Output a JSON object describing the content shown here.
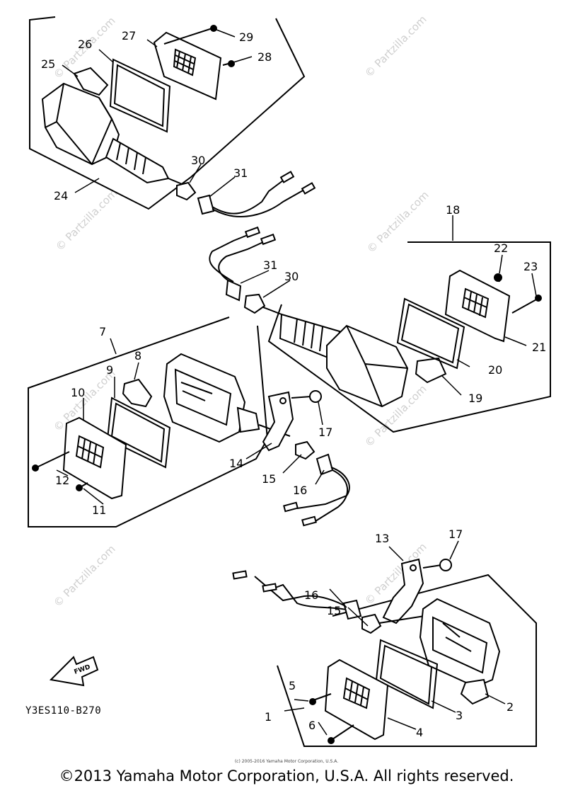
{
  "diagram": {
    "code": "Y3ES110-B270",
    "fwd_label": "FWD",
    "watermark": "© Partzilla.com",
    "small_copyright": "(c) 2005-2016 Yamaha Motor Corporation, U.S.A.",
    "main_copyright": "©2013 Yamaha Motor Corporation, U.S.A. All rights reserved."
  },
  "callouts": [
    "1",
    "2",
    "3",
    "4",
    "5",
    "6",
    "7",
    "8",
    "9",
    "10",
    "11",
    "12",
    "13",
    "14",
    "15",
    "15",
    "16",
    "16",
    "17",
    "17",
    "18",
    "19",
    "20",
    "21",
    "22",
    "23",
    "24",
    "25",
    "26",
    "27",
    "28",
    "29",
    "30",
    "30",
    "31",
    "31"
  ]
}
